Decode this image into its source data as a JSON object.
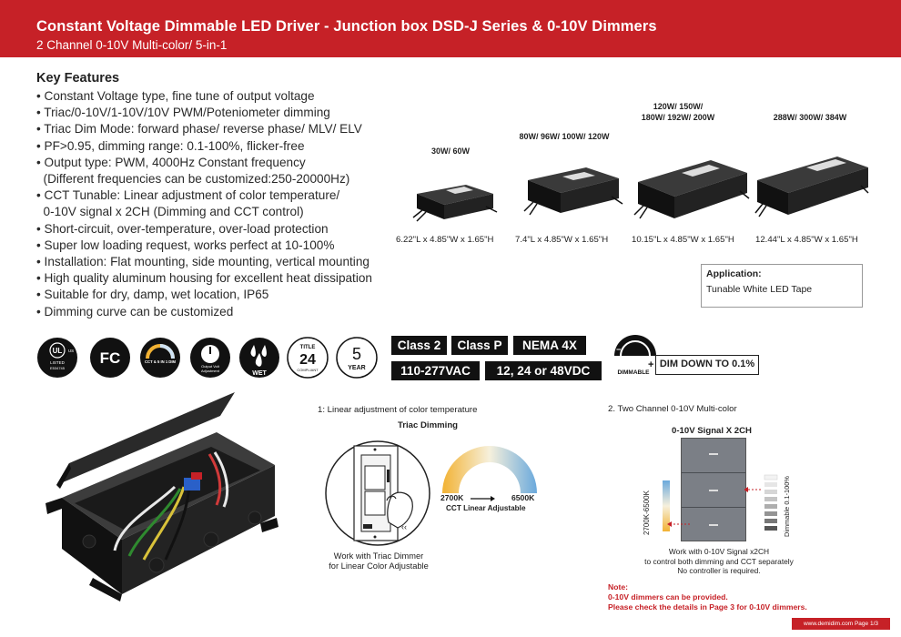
{
  "header": {
    "title": "Constant Voltage Dimmable LED Driver - Junction box DSD-J Series & 0-10V Dimmers",
    "subtitle": "2 Channel 0-10V Multi-color/ 5-in-1"
  },
  "key_features": {
    "title": "Key Features",
    "items": [
      "• Constant Voltage type, fine tune of output voltage",
      "• Triac/0-10V/1-10V/10V PWM/Poteniometer dimming",
      "• Triac Dim Mode: forward phase/ reverse phase/ MLV/ ELV",
      "• PF>0.95, dimming range: 0.1-100%, flicker-free",
      "• Output type: PWM, 4000Hz Constant frequency",
      "  (Different frequencies can be customized:250-20000Hz)",
      "• CCT Tunable: Linear adjustment of color temperature/",
      "  0-10V signal x 2CH (Dimming and CCT control)",
      "• Short-circuit, over-temperature, over-load protection",
      "• Super low loading request, works perfect at 10-100%",
      "• Installation: Flat mounting, side mounting, vertical mounting",
      "• High quality aluminum housing for excellent heat dissipation",
      "• Suitable for dry, damp, wet location, IP65",
      "• Dimming curve can be customized"
    ]
  },
  "products": [
    {
      "label_line1": "30W/ 60W",
      "label_line2": "",
      "dims": "6.22\"L x 4.85\"W x 1.65\"H"
    },
    {
      "label_line1": "80W/ 96W/ 100W/ 120W",
      "label_line2": "",
      "dims": "7.4\"L x 4.85\"W x 1.65\"H"
    },
    {
      "label_line1": "120W/ 150W/",
      "label_line2": "180W/ 192W/ 200W",
      "dims": "10.15\"L x 4.85\"W x 1.65\"H"
    },
    {
      "label_line1": "288W/ 300W/ 384W",
      "label_line2": "",
      "dims": "12.44\"L x 4.85\"W x 1.65\"H"
    }
  ],
  "application": {
    "title": "Application:",
    "value": "Tunable White LED Tape"
  },
  "certs": {
    "ul_top": "UL",
    "ul_us": "US",
    "ul_listed": "LISTED",
    "ul_code": "E534745",
    "fcc": "FC",
    "cct_label": "CCT & 5 IN 1 DIM",
    "output_label1": "Output Volt",
    "output_label2": "Adjustment",
    "wet": "WET",
    "title24_top": "TITLE",
    "title24_num": "24",
    "title24_bottom": "COMPLIANT",
    "year_num": "5",
    "year_label": "YEAR"
  },
  "badges": {
    "class2": "Class 2",
    "classp": "Class P",
    "nema": "NEMA 4X",
    "voltage_in": "110-277VAC",
    "voltage_out": "12, 24 or 48VDC"
  },
  "dimmable": {
    "label": "DIMMABLE",
    "plus": "+",
    "minus": "−",
    "dim_down": "DIM DOWN TO 0.1%"
  },
  "section1": {
    "title": "1: Linear adjustment of color temperature",
    "subtitle": "Triac Dimming",
    "warm": "2700K",
    "cool": "6500K",
    "cct_label": "CCT Linear Adjustable",
    "caption_line1": "Work with Triac Dimmer",
    "caption_line2": "for Linear Color Adjustable"
  },
  "section2": {
    "title": "2. Two Channel 0-10V Multi-color",
    "subtitle": "0-10V Signal X 2CH",
    "cct_axis": "2700K-6500K",
    "dim_axis": "Dimmable 0.1-100%",
    "caption_line1": "Work with 0-10V Signal x2CH",
    "caption_line2": "to control both dimming and CCT separately",
    "caption_line3": "No controller is required."
  },
  "note": {
    "line1": "Note:",
    "line2": "0-10V dimmers can be provided.",
    "line3": "Please check the details in Page 3 for 0-10V dimmers."
  },
  "footer": {
    "text": "www.demidim.com   Page 1/3"
  },
  "colors": {
    "brand_red": "#c62127",
    "warm": "#f2b233",
    "cool": "#6aa9dc"
  }
}
